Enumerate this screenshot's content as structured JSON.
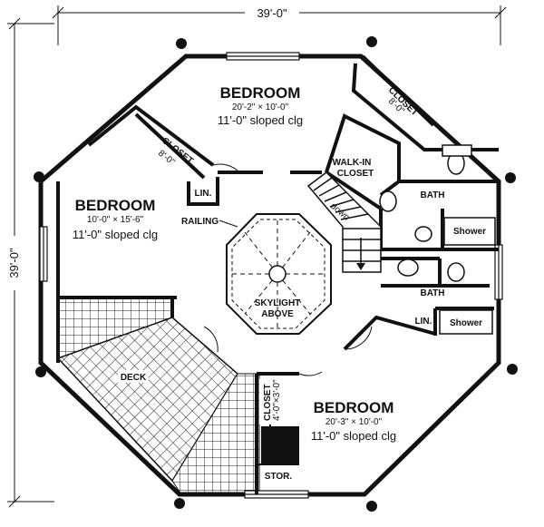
{
  "plan": {
    "overall_width": "39'-0\"",
    "overall_depth": "39'-0\""
  },
  "rooms": {
    "bedroom_top": {
      "name": "BEDROOM",
      "dims": "20'-2\" × 10'-0\"",
      "ceiling": "11'-0\" sloped clg"
    },
    "bedroom_left": {
      "name": "BEDROOM",
      "dims": "10'-0\" × 15'-6\"",
      "ceiling": "11'-0\" sloped clg"
    },
    "bedroom_bottom": {
      "name": "BEDROOM",
      "dims": "20'-3\" × 10'-0\"",
      "ceiling": "11'-0\" sloped clg"
    }
  },
  "labels": {
    "closet_left": "CLOSET",
    "closet_left_size": "8'-0\"",
    "closet_right": "CLOSET",
    "closet_right_size": "8'-0\"",
    "walk_in_1": "WALK-IN",
    "walk_in_2": "CLOSET",
    "lin_top": "LIN.",
    "lin_bottom": "LIN.",
    "railing": "RAILING",
    "down": "down",
    "bath_upper": "BATH",
    "bath_lower": "BATH",
    "shower_upper": "Shower",
    "shower_lower": "Shower",
    "skylight_1": "SKYLIGHT",
    "skylight_2": "ABOVE",
    "deck": "DECK",
    "closet_bottom": "CLOSET",
    "closet_bottom_size": "4'-0\"×3'-0\"",
    "stor": "STOR."
  }
}
